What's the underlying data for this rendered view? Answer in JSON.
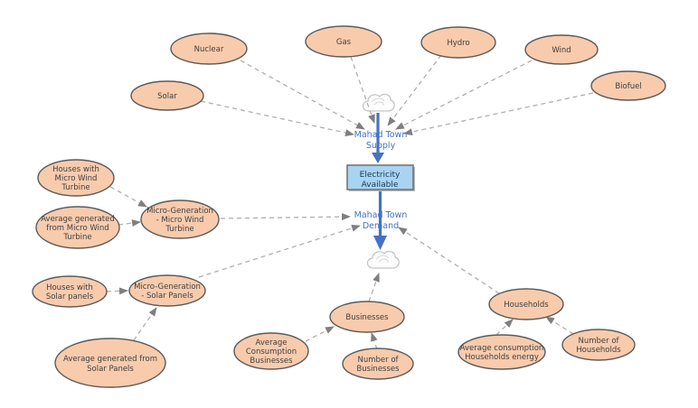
{
  "colors": {
    "node_fill": "#F8CBAD",
    "node_stroke": "#5A5A5A",
    "node_text": "#3F3F3F",
    "stock_fill": "#A9D4F1",
    "stock_text": "#17375E",
    "flow_color": "#4472C4",
    "link_color": "#AFAFAF",
    "link_arrow": "#7F7F7F",
    "background": "#FFFFFF"
  },
  "stock": {
    "lines": [
      "Electricity",
      "Available"
    ]
  },
  "flows": {
    "supply": {
      "lines": [
        "Mahad Town",
        "Supply"
      ]
    },
    "demand": {
      "lines": [
        "Mahad Town",
        "Demand"
      ]
    }
  },
  "nodes": {
    "nuclear": {
      "lines": [
        "Nuclear"
      ]
    },
    "gas": {
      "lines": [
        "Gas"
      ]
    },
    "hydro": {
      "lines": [
        "Hydro"
      ]
    },
    "wind": {
      "lines": [
        "Wind"
      ]
    },
    "biofuel": {
      "lines": [
        "Biofuel"
      ]
    },
    "solar": {
      "lines": [
        "Solar"
      ]
    },
    "houses_micro_wind": {
      "lines": [
        "Houses with",
        "Micro Wind",
        "Turbine"
      ]
    },
    "avg_micro_wind": {
      "lines": [
        "Average generated",
        "from Micro Wind",
        "Turbine"
      ]
    },
    "microgen_wind": {
      "lines": [
        "Micro-Generation",
        "- Micro Wind",
        "Turbine"
      ]
    },
    "houses_solar": {
      "lines": [
        "Houses with",
        "Solar panels"
      ]
    },
    "microgen_solar": {
      "lines": [
        "Micro-Generation",
        "- Solar Panels"
      ]
    },
    "avg_solar": {
      "lines": [
        "Average generated from",
        "Solar Panels"
      ]
    },
    "businesses": {
      "lines": [
        "Businesses"
      ]
    },
    "avg_businesses": {
      "lines": [
        "Average",
        "Consumption",
        "Businesses"
      ]
    },
    "num_businesses": {
      "lines": [
        "Number of",
        "Businesses"
      ]
    },
    "households": {
      "lines": [
        "Households"
      ]
    },
    "avg_households": {
      "lines": [
        "Average consumption",
        "Households energy"
      ]
    },
    "num_households": {
      "lines": [
        "Number of",
        "Households"
      ]
    }
  }
}
